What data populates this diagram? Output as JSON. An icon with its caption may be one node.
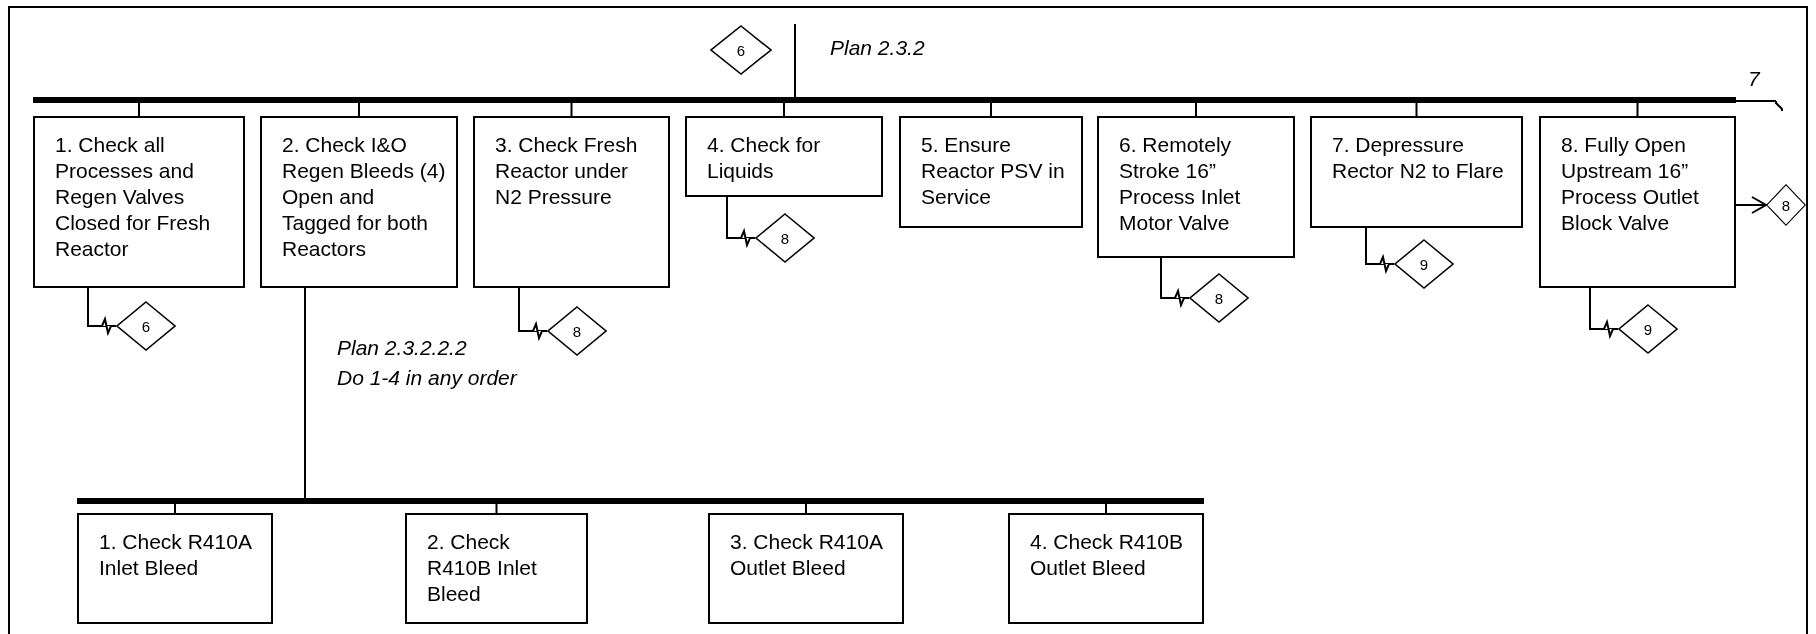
{
  "diagram": {
    "nodes": [
      {
        "text": [
          "6"
        ]
      },
      {
        "text": [],
        "shape": "bar"
      },
      {
        "text": [
          "1. Check all Processes and Regen Valves Closed for Fresh Reactor"
        ]
      },
      {
        "text": [
          "2. Check I&O Regen Bleeds (4) Open and Tagged for both Reactors"
        ]
      },
      {
        "text": [
          "3. Check Fresh Reactor under N2 Pressure"
        ]
      },
      {
        "text": [
          "4. Check for Liquids"
        ]
      },
      {
        "text": [
          "5. Ensure Reactor PSV in Service"
        ]
      },
      {
        "text": [
          "6. Remotely Stroke 16” Process Inlet Motor Valve"
        ]
      },
      {
        "text": [
          "7. Depressure Rector N2 to Flare"
        ]
      },
      {
        "text": [
          "8. Fully Open Upstream 16” Process Outlet Block Valve"
        ]
      },
      {
        "text": [
          "6"
        ]
      },
      {
        "text": [
          "8"
        ]
      },
      {
        "text": [
          "8"
        ]
      },
      {
        "text": [
          "8"
        ]
      },
      {
        "text": [
          "9"
        ]
      },
      {
        "text": [
          "8"
        ]
      },
      {
        "text": [
          "9"
        ]
      },
      {
        "text": [],
        "shape": "bar"
      },
      {
        "text": [
          "1. Check R410A Inlet Bleed"
        ]
      },
      {
        "text": [
          "2. Check R410B Inlet Bleed"
        ]
      },
      {
        "text": [
          "3. Check R410A Outlet Bleed"
        ]
      },
      {
        "text": [
          "4. Check R410B Outlet Bleed"
        ]
      }
    ],
    "edges": [
      {
        "from": null,
        "to": 1,
        "arrow": "none"
      },
      {
        "from": 1,
        "to": 2,
        "arrow": "none"
      },
      {
        "from": 1,
        "to": 3,
        "arrow": "none"
      },
      {
        "from": 1,
        "to": 4,
        "arrow": "none"
      },
      {
        "from": 1,
        "to": 5,
        "arrow": "none"
      },
      {
        "from": 1,
        "to": 6,
        "arrow": "none"
      },
      {
        "from": 1,
        "to": 7,
        "arrow": "none"
      },
      {
        "from": 1,
        "to": 8,
        "arrow": "none"
      },
      {
        "from": 1,
        "to": 9,
        "arrow": "none"
      },
      {
        "from": 1,
        "to": null,
        "arrow": "other",
        "label": "7"
      },
      {
        "from": 2,
        "to": 10,
        "arrow": "other"
      },
      {
        "from": 3,
        "to": 17,
        "arrow": "none"
      },
      {
        "from": 4,
        "to": 11,
        "arrow": "other"
      },
      {
        "from": 5,
        "to": 12,
        "arrow": "other"
      },
      {
        "from": 7,
        "to": 13,
        "arrow": "other"
      },
      {
        "from": 8,
        "to": 14,
        "arrow": "other"
      },
      {
        "from": 9,
        "to": 15,
        "arrow": "to"
      },
      {
        "from": 9,
        "to": 16,
        "arrow": "other"
      },
      {
        "from": 17,
        "to": 18,
        "arrow": "none"
      },
      {
        "from": 17,
        "to": 19,
        "arrow": "none"
      },
      {
        "from": 17,
        "to": 20,
        "arrow": "none"
      },
      {
        "from": 17,
        "to": 21,
        "arrow": "none"
      }
    ],
    "labels": [
      "Plan 2.3.2",
      "Plan 2.3.2.2.2",
      "Do 1-4 in any order"
    ]
  }
}
